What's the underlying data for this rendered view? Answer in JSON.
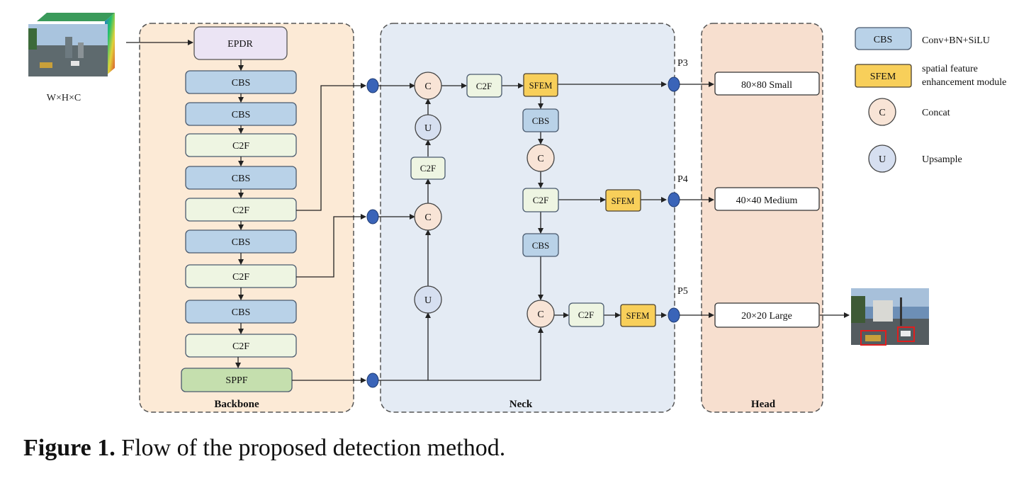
{
  "input": {
    "label": "W×H×C"
  },
  "sections": {
    "backbone": "Backbone",
    "neck": "Neck",
    "head": "Head"
  },
  "backbone": {
    "epdr": "EPDR",
    "blocks": [
      "CBS",
      "CBS",
      "C2F",
      "CBS",
      "C2F",
      "CBS",
      "C2F",
      "CBS",
      "C2F"
    ],
    "sppf": "SPPF"
  },
  "neck": {
    "concat": [
      "C",
      "C",
      "C",
      "C"
    ],
    "upsample": [
      "U",
      "U"
    ],
    "c2f": [
      "C2F",
      "C2F",
      "C2F",
      "C2F"
    ],
    "cbs": [
      "CBS",
      "CBS"
    ],
    "sfem": [
      "SFEM",
      "SFEM",
      "SFEM"
    ]
  },
  "outputs": {
    "p3": {
      "label": "P3",
      "box": "80×80 Small"
    },
    "p4": {
      "label": "P4",
      "box": "40×40 Medium"
    },
    "p5": {
      "label": "P5",
      "box": "20×20  Large"
    }
  },
  "legend": [
    {
      "symbol": "CBS",
      "desc": "Conv+BN+SiLU"
    },
    {
      "symbol": "SFEM",
      "desc": "spatial feature enhancement module"
    },
    {
      "symbol": "C",
      "desc": "Concat"
    },
    {
      "symbol": "U",
      "desc": "Upsample"
    }
  ],
  "caption": {
    "label": "Figure 1.",
    "text": " Flow of the proposed detection method."
  },
  "colors": {
    "backbone_bg": "#fcead6",
    "neck_bg": "#e4ebf4",
    "head_bg": "#f7dfcf",
    "cbs": "#b9d2e8",
    "c2f": "#eef5e2",
    "sfem": "#f8cf5a",
    "sppf": "#c5dfae",
    "epdr": "#ebe4f4",
    "concat": "#f8e4d6",
    "upsample": "#d6dff0",
    "node": "#3a64b8"
  }
}
